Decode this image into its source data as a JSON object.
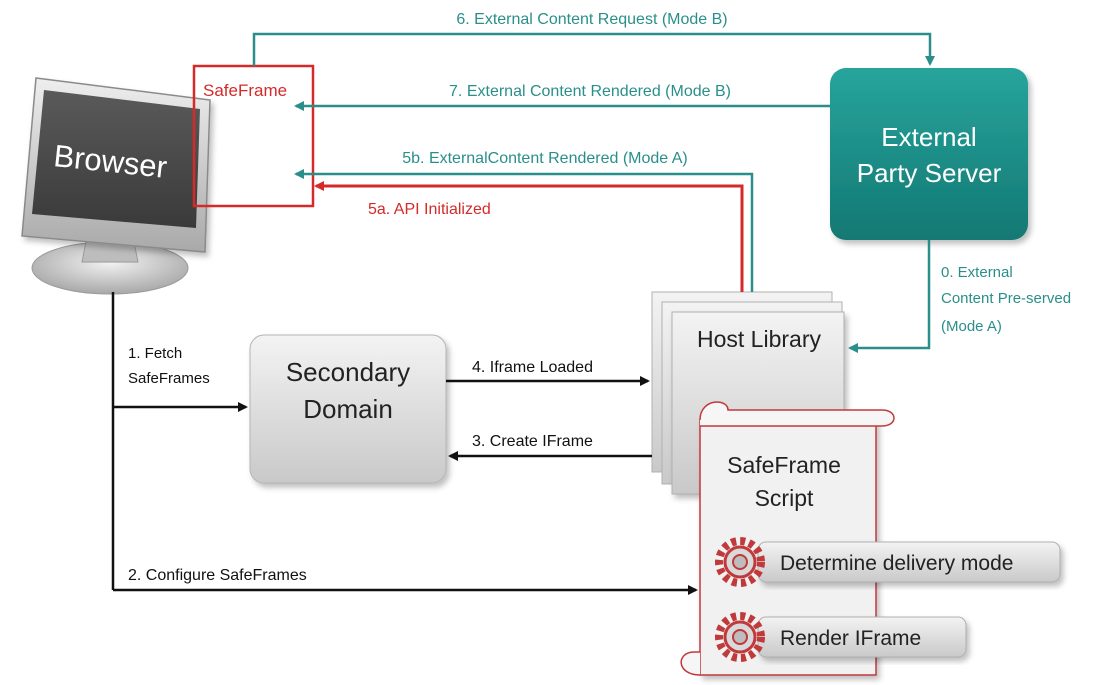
{
  "nodes": {
    "browser": {
      "label": "Browser"
    },
    "safeframe": {
      "label": "SafeFrame"
    },
    "external_server": {
      "label_line1": "External",
      "label_line2": "Party Server"
    },
    "secondary_domain": {
      "label_line1": "Secondary",
      "label_line2": "Domain"
    },
    "host_library": {
      "label": "Host Library"
    },
    "safeframe_script": {
      "label_line1": "SafeFrame",
      "label_line2": "Script",
      "steps": [
        {
          "label": "Determine delivery mode",
          "icon": "gear-icon"
        },
        {
          "label": "Render IFrame",
          "icon": "gear-icon"
        }
      ]
    }
  },
  "edges": {
    "e0": {
      "line1": "0. External",
      "line2": "Content Pre-served",
      "line3": "(Mode A)"
    },
    "e1": {
      "line1": "1. Fetch",
      "line2": "SafeFrames"
    },
    "e2": {
      "label": "2. Configure SafeFrames"
    },
    "e3": {
      "label": "3. Create IFrame"
    },
    "e4": {
      "label": "4. Iframe Loaded"
    },
    "e5a": {
      "label": "5a. API Initialized"
    },
    "e5b": {
      "label": "5b. ExternalContent Rendered (Mode A)"
    },
    "e6": {
      "label": "6. External Content Request (Mode B)"
    },
    "e7": {
      "label": "7. External Content Rendered (Mode B)"
    }
  },
  "colors": {
    "teal": "#2a8f8a",
    "red": "#d42a2a",
    "black": "#111111",
    "server_fill": "#1a8a84",
    "box_fill": "#d8d8d8"
  }
}
